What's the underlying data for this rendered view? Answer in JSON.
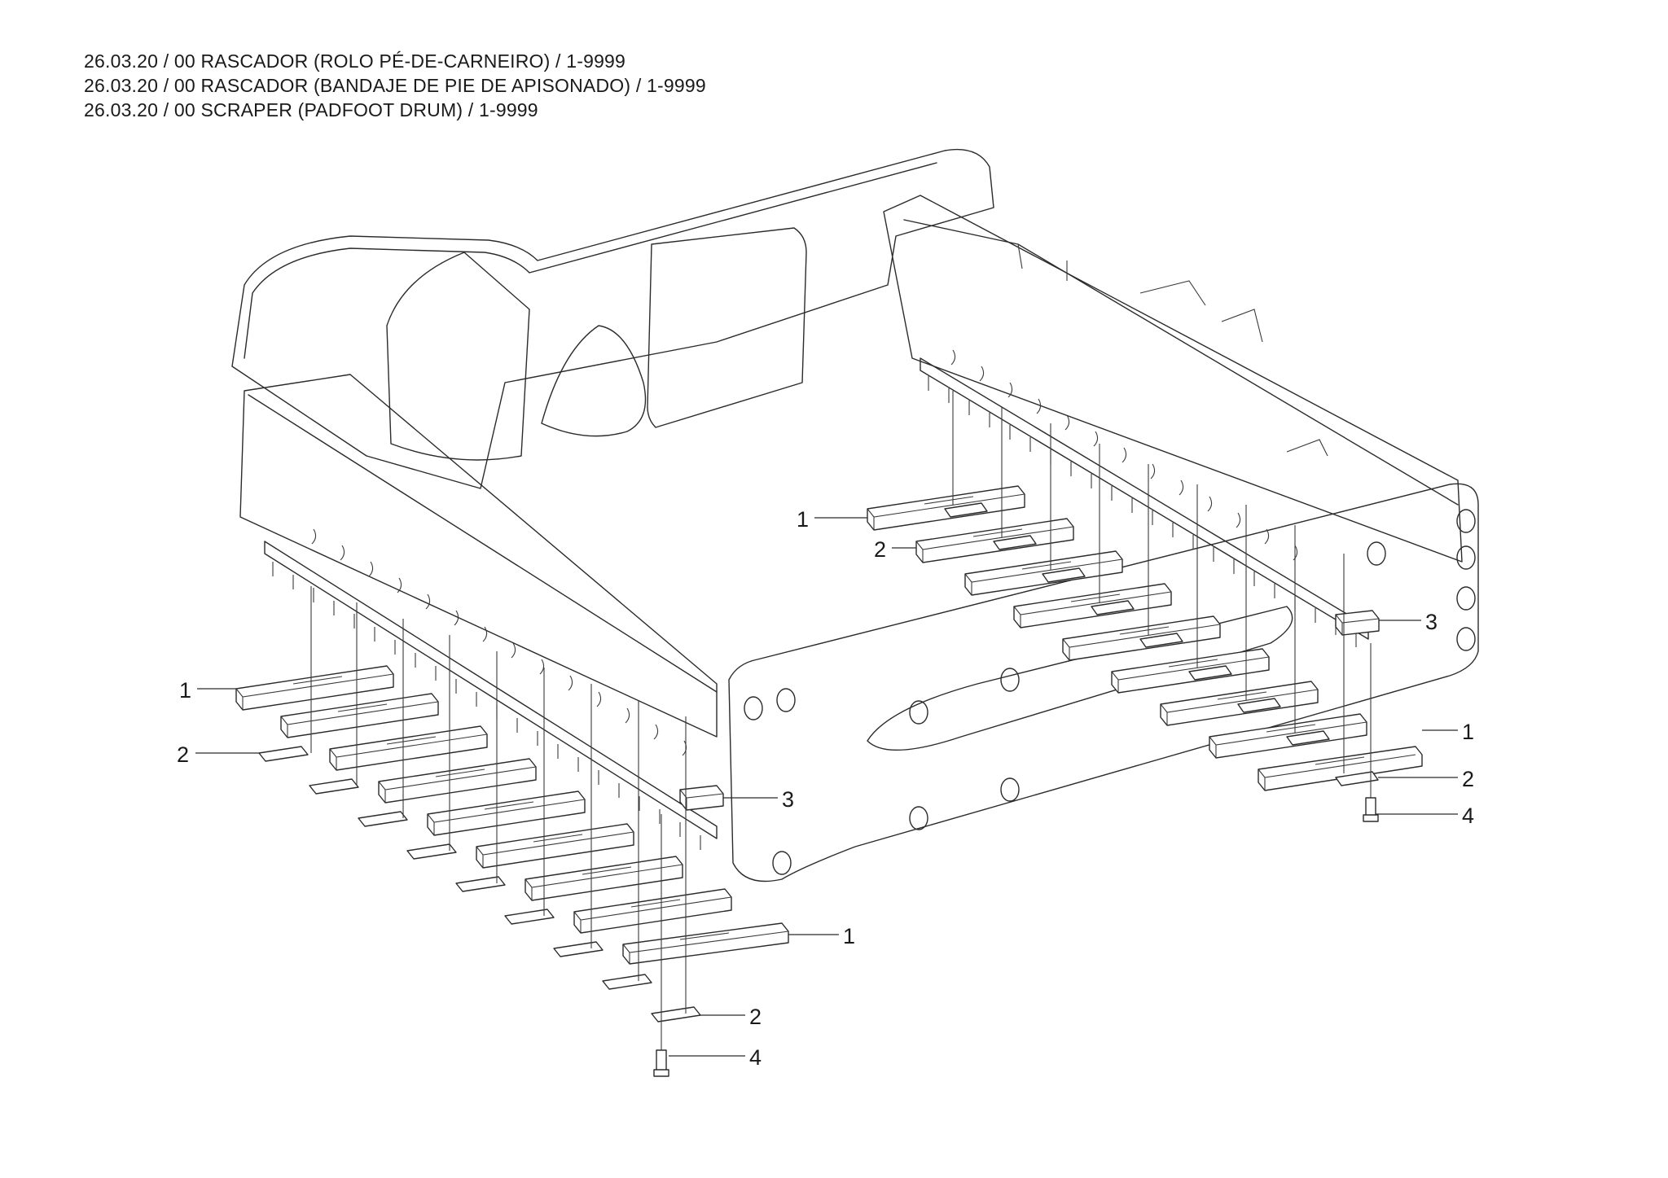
{
  "header": {
    "lines": [
      "26.03.20 / 00 RASCADOR (ROLO PÉ-DE-CARNEIRO) / 1-9999",
      "26.03.20 / 00 RASCADOR (BANDAJE DE PIE DE APISONADO) / 1-9999",
      "26.03.20 / 00 SCRAPER (PADFOOT DRUM) / 1-9999"
    ]
  },
  "callouts": {
    "c1": "1",
    "c2": "2",
    "c3": "3",
    "c4": "4"
  }
}
